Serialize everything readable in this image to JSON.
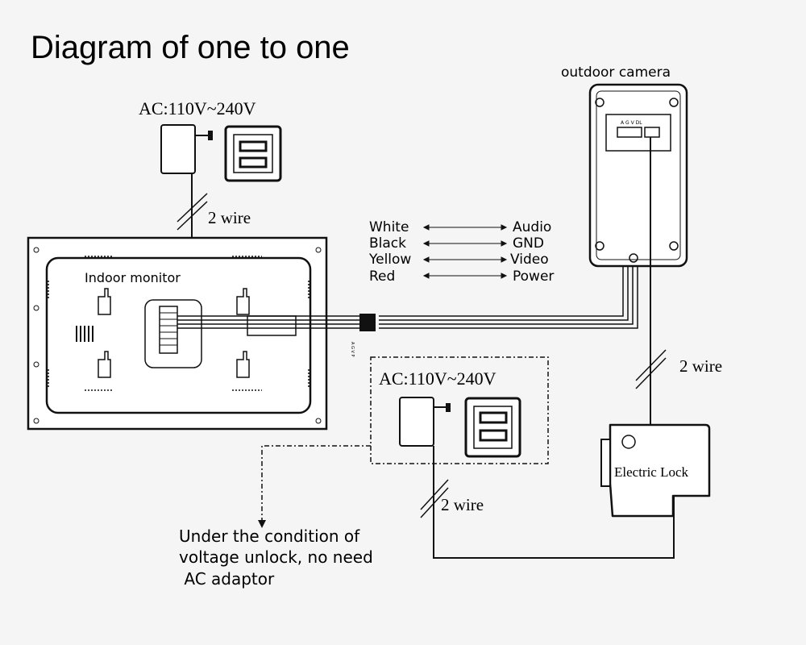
{
  "title": "Diagram of one to one",
  "camera_label": "outdoor camera",
  "camera_terminal_label": "A G V DL",
  "top_adapter": {
    "label": "AC:110V~240V",
    "wire_label": "2  wire"
  },
  "monitor_label": "Indoor monitor",
  "monitor_port_label": "A G V P",
  "wire_legend": [
    {
      "color": "White",
      "signal": "Audio"
    },
    {
      "color": "Black",
      "signal": "GND"
    },
    {
      "color": "Yellow",
      "signal": "Video"
    },
    {
      "color": "Red",
      "signal": "Power"
    }
  ],
  "lock_adapter": {
    "label": "AC:110V~240V",
    "wire_label": "2  wire"
  },
  "lock_label": "Electric Lock",
  "lock_wire_label": "2  wire",
  "note": [
    "Under the condition of",
    "voltage unlock, no need",
    " AC adaptor"
  ]
}
